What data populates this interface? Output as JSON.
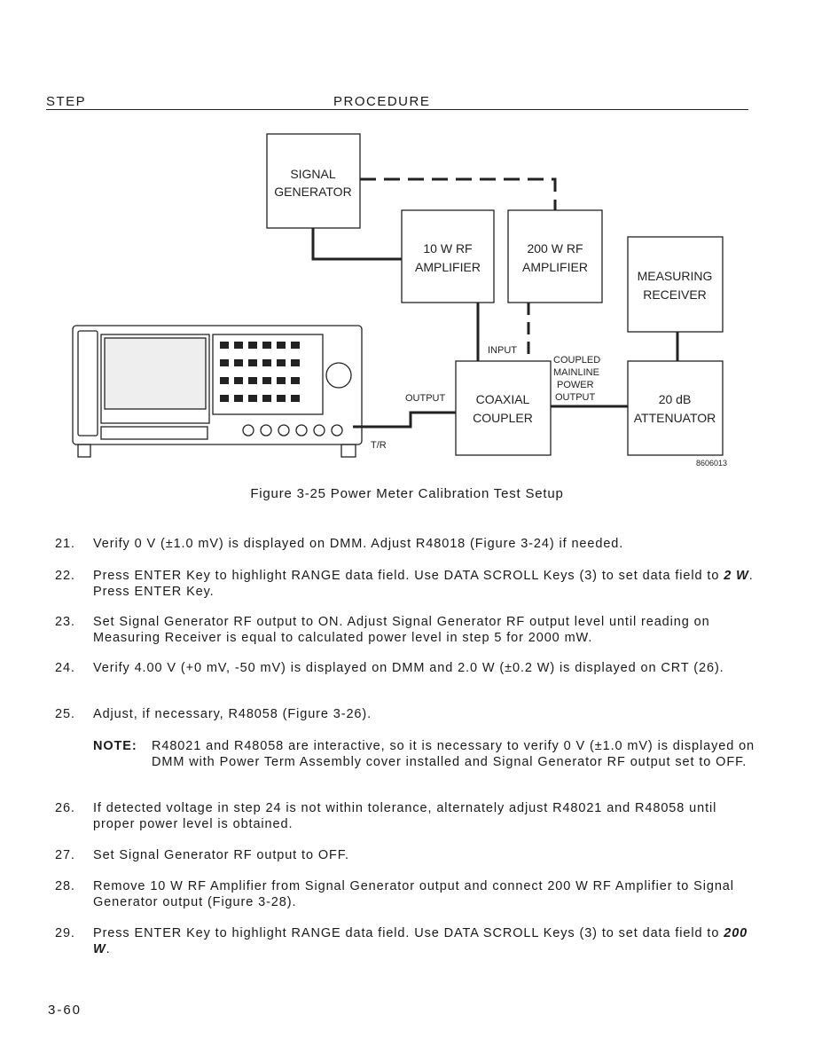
{
  "header": {
    "step": "STEP",
    "procedure": "PROCEDURE"
  },
  "diagram": {
    "signal_generator": [
      "SIGNAL",
      "GENERATOR"
    ],
    "amp10": [
      "10 W RF",
      "AMPLIFIER"
    ],
    "amp200": [
      "200 W RF",
      "AMPLIFIER"
    ],
    "measuring_receiver": [
      "MEASURING",
      "RECEIVER"
    ],
    "coupler": [
      "COAXIAL",
      "COUPLER"
    ],
    "attenuator": [
      "20 dB",
      "ATTENUATOR"
    ],
    "input_label": "INPUT",
    "output_label": "OUTPUT",
    "coupled_label": [
      "COUPLED",
      "MAINLINE",
      "POWER",
      "OUTPUT"
    ],
    "tr_label": "T/R",
    "figure_id": "8606013"
  },
  "caption": "Figure 3-25  Power Meter Calibration Test Setup",
  "steps": [
    {
      "num": "21.",
      "text": "Verify 0 V (±1.0 mV) is displayed on DMM.  Adjust R48018 (Figure 3-24) if needed."
    },
    {
      "num": "22.",
      "text_a": "Press ENTER Key to highlight RANGE data field.  Use DATA SCROLL Keys (3) to set data field to ",
      "emph": "2 W",
      "text_b": ".  Press ENTER Key."
    },
    {
      "num": "23.",
      "text": "Set Signal Generator RF output to ON.  Adjust Signal Generator RF output level until reading on Measuring Receiver is equal to calculated power level in step 5 for 2000 mW."
    },
    {
      "num": "24.",
      "text": "Verify 4.00 V (+0 mV, -50 mV) is displayed on DMM and 2.0 W (±0.2 W) is displayed on CRT (26)."
    },
    {
      "num": "25.",
      "text": "Adjust, if necessary, R48058 (Figure 3-26)."
    },
    {
      "num": "26.",
      "text": "If detected voltage in step 24 is not within tolerance, alternately adjust R48021 and R48058 until proper power level is obtained."
    },
    {
      "num": "27.",
      "text": "Set Signal Generator RF output to OFF."
    },
    {
      "num": "28.",
      "text": "Remove 10 W RF Amplifier from Signal Generator output and connect 200 W RF Amplifier to Signal Generator output (Figure 3-28)."
    },
    {
      "num": "29.",
      "text_a": "Press ENTER Key to highlight RANGE data field.  Use DATA SCROLL Keys (3) to set data field to ",
      "emph": "200 W",
      "text_b": "."
    }
  ],
  "note": {
    "label": "NOTE:",
    "text": "R48021 and R48058 are interactive, so it is necessary to verify 0 V (±1.0 mV) is displayed on DMM with Power Term Assembly cover installed and Signal Generator RF output set to OFF."
  },
  "page_number": "3-60"
}
